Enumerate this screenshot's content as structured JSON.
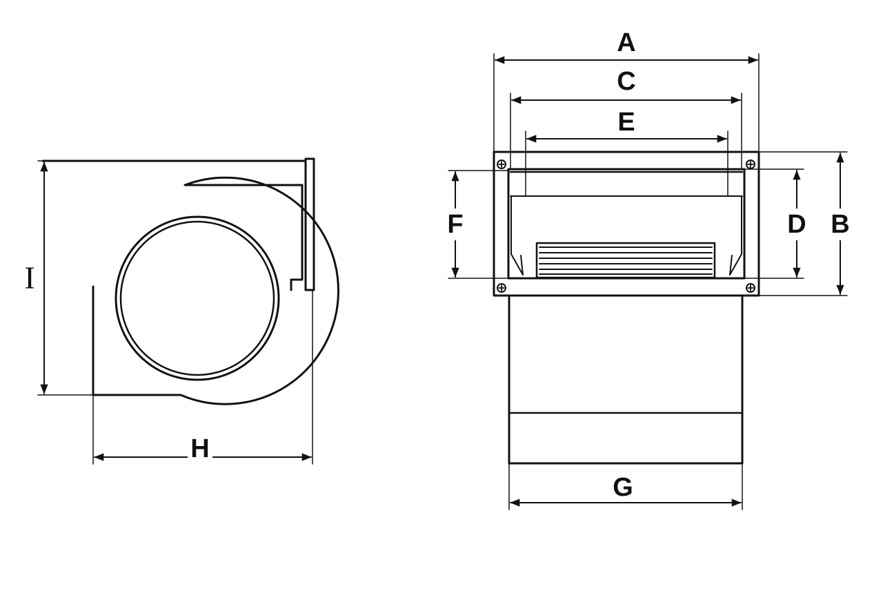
{
  "dimension_labels": {
    "A": "A",
    "B": "B",
    "C": "C",
    "D": "D",
    "E": "E",
    "F": "F",
    "G": "G",
    "H": "H",
    "I": "I"
  },
  "colors": {
    "line": "#111111",
    "background": "#ffffff"
  }
}
